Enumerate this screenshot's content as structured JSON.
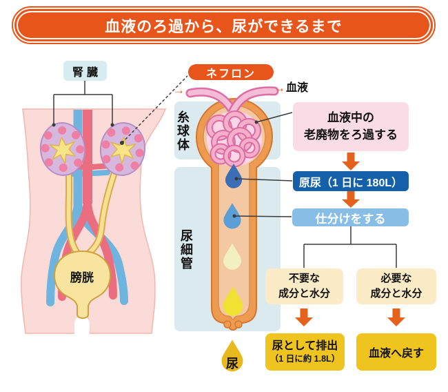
{
  "title": "血液のろ過から、尿ができるまで",
  "body_diagram": {
    "kidney_label": "腎臓",
    "bladder_label": "膀胱"
  },
  "nephron": {
    "label": "ネフロン",
    "inflow_arrow": "→",
    "outflow_arrow": "→",
    "blood_label": "血液",
    "glomerulus_label": "糸球体",
    "tubule_label": "尿細管",
    "urine_label": "尿"
  },
  "flowchart": {
    "filter": {
      "line1": "血液中の",
      "line2": "老廃物をろ過する"
    },
    "primary_urine": "原尿（1 日に 180L）",
    "sorting": "仕分けをする",
    "unneeded": {
      "line1": "不要な",
      "line2": "成分と水分"
    },
    "needed": {
      "line1": "必要な",
      "line2": "成分と水分"
    },
    "excrete": {
      "line1": "尿として排出",
      "line2": "（1 日に約 1.8L）"
    },
    "return_to_blood": "血液へ戻す"
  },
  "colors": {
    "accent_orange": "#E8551A",
    "flow_arrow_orange": "#E4621B",
    "panel_blue": "#DAEAEF",
    "filter_box_pink": "#FADCE7",
    "primary_urine_blue": "#1560A9",
    "sorting_blue": "#88BEE5",
    "component_box_cream": "#FBECC7",
    "result_box_yellow": "#EFC41E"
  }
}
